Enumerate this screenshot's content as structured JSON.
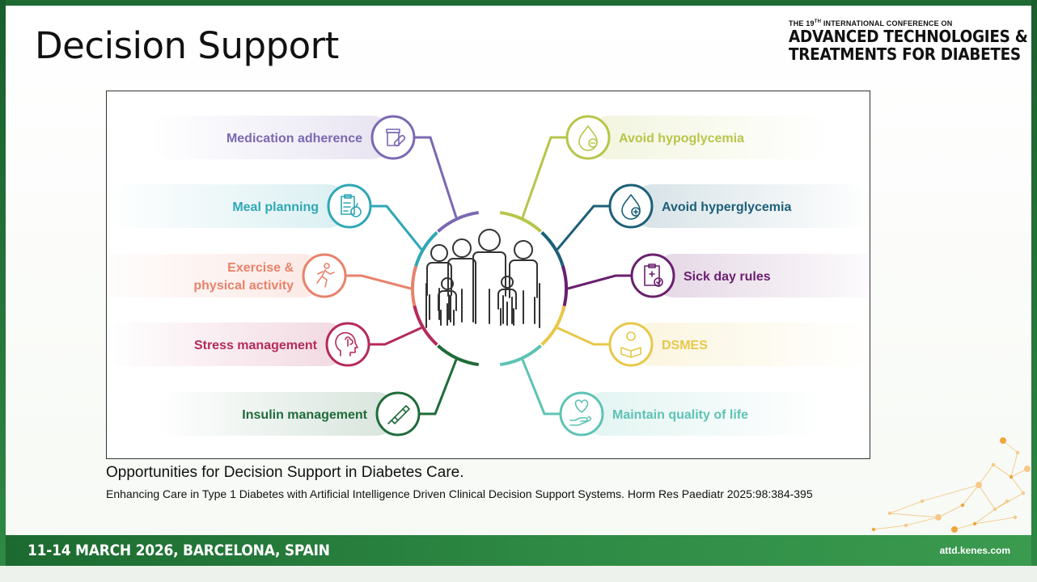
{
  "slide": {
    "title": "Decision Support",
    "conference": {
      "prefix": "THE 19",
      "ordinal": "TH",
      "suffix": " INTERNATIONAL CONFERENCE ON",
      "line1": "ADVANCED TECHNOLOGIES &",
      "line2": "TREATMENTS FOR DIABETES"
    },
    "caption": "Opportunities for Decision Support in Diabetes Care.",
    "citation": "Enhancing Care in Type 1 Diabetes with Artificial Intelligence Driven Clinical Decision Support Systems. Horm Res Paediatr 2025:98:384-395",
    "footer": {
      "date_location": "11-14 MARCH 2026, BARCELONA, SPAIN",
      "url": "attd.kenes.com"
    }
  },
  "diagram": {
    "items": [
      {
        "lines": [
          "Medication adherence"
        ],
        "side": "left",
        "color": "#7b68b2",
        "icon": "pill-bottle-icon"
      },
      {
        "lines": [
          "Meal planning"
        ],
        "side": "left",
        "color": "#2fa7b5",
        "icon": "meal-plan-icon"
      },
      {
        "lines": [
          "Exercise &",
          "physical activity"
        ],
        "side": "left",
        "color": "#e8826b",
        "icon": "running-person-icon"
      },
      {
        "lines": [
          "Stress management"
        ],
        "side": "left",
        "color": "#b52a5a",
        "icon": "head-brain-icon"
      },
      {
        "lines": [
          "Insulin management"
        ],
        "side": "left",
        "color": "#1f6b3a",
        "icon": "insulin-pen-icon"
      },
      {
        "lines": [
          "Avoid hypoglycemia"
        ],
        "side": "right",
        "color": "#b8c54a",
        "icon": "droplet-minus-icon"
      },
      {
        "lines": [
          "Avoid hyperglycemia"
        ],
        "side": "right",
        "color": "#1d5f78",
        "icon": "droplet-plus-icon"
      },
      {
        "lines": [
          "Sick day rules"
        ],
        "side": "right",
        "color": "#6a1f6e",
        "icon": "clipboard-medical-icon"
      },
      {
        "lines": [
          "DSMES"
        ],
        "side": "right",
        "color": "#e8c74a",
        "icon": "reading-person-icon"
      },
      {
        "lines": [
          "Maintain quality of life"
        ],
        "side": "right",
        "color": "#5ec3b4",
        "icon": "hand-heart-icon"
      }
    ],
    "center_icon": "family-icon"
  }
}
